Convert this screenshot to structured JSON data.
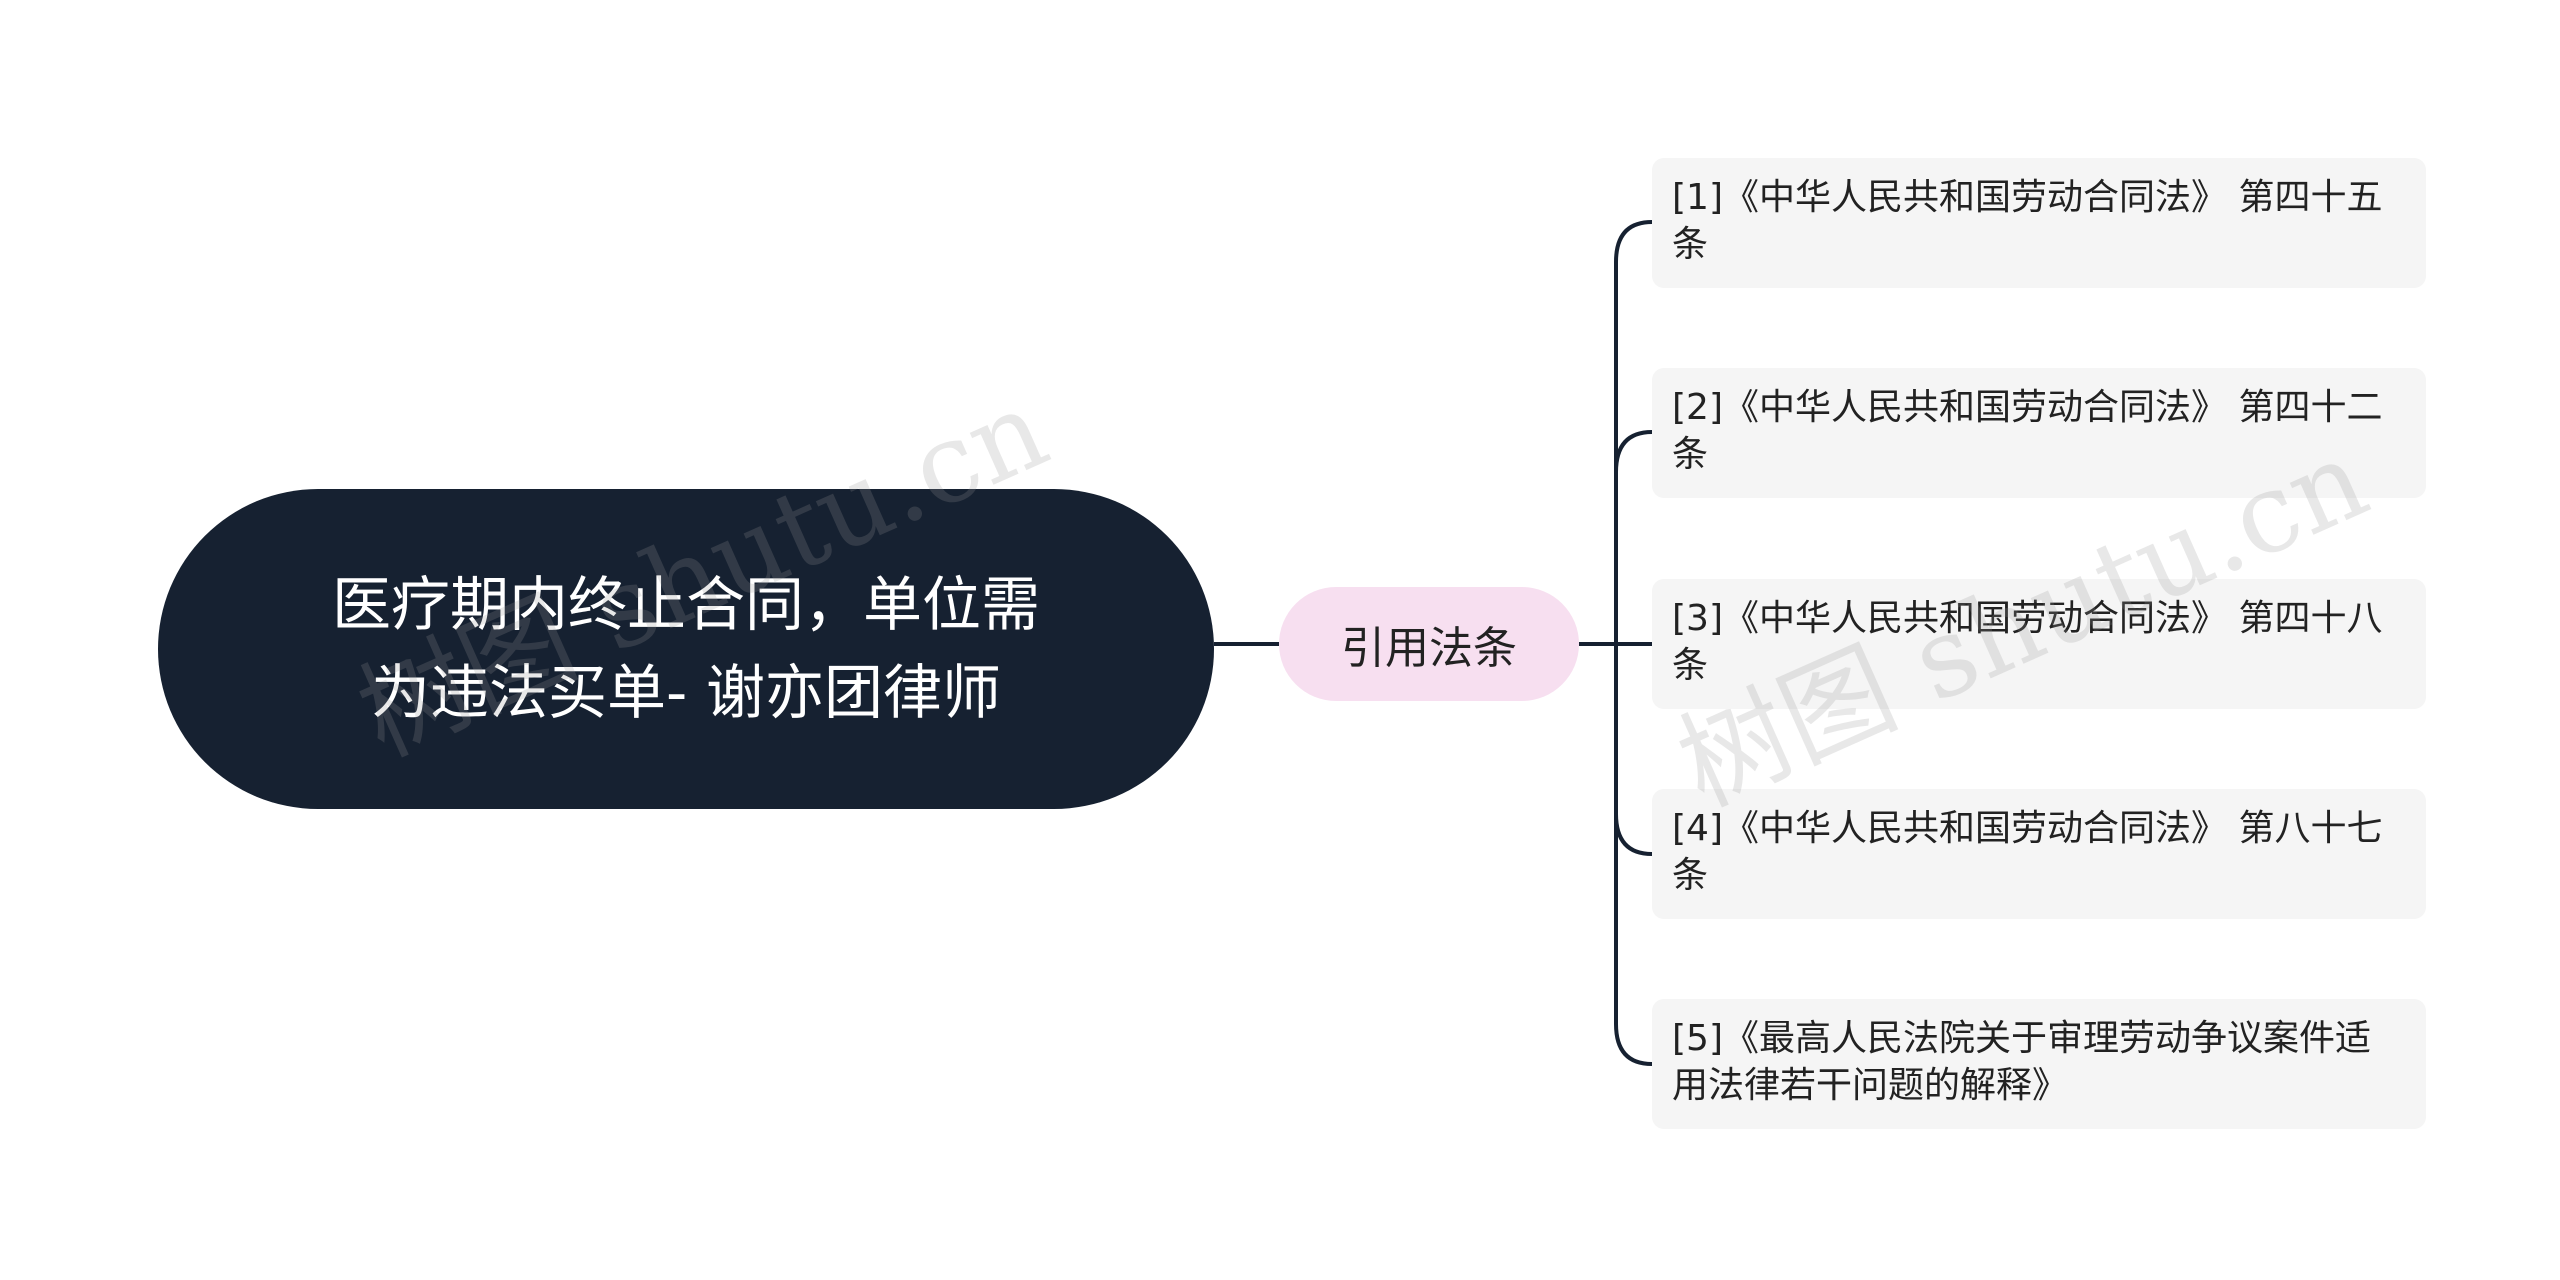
{
  "root": {
    "text": "医疗期内终止合同，单位需为违法买单- 谢亦团律师"
  },
  "branch": {
    "text": "引用法条"
  },
  "leaves": [
    "[1]《中华人民共和国劳动合同法》 第四十五条",
    "[2]《中华人民共和国劳动合同法》 第四十二条",
    "[3]《中华人民共和国劳动合同法》 第四十八条",
    "[4]《中华人民共和国劳动合同法》 第八十七条",
    "[5]《最高人民法院关于审理劳动争议案件适用法律若干问题的解释》"
  ],
  "watermarks": [
    "树图 shutu.cn",
    "树图 shutu.cn"
  ],
  "colors": {
    "root_fill": "#162131",
    "branch_fill": "#f7dff0",
    "leaf_fill": "#f5f5f5",
    "connector": "#162131"
  }
}
